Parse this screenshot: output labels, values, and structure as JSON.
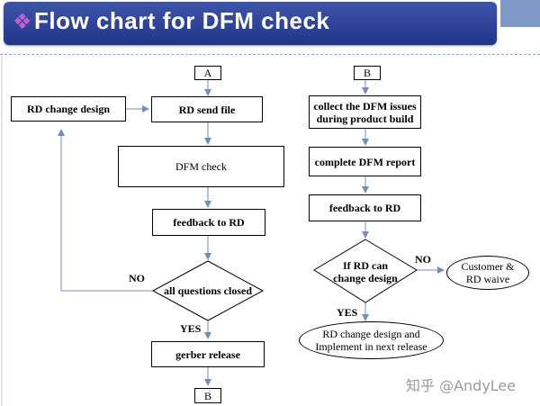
{
  "header": {
    "title": "Flow chart for DFM check",
    "bullet_icon": "diamond-bullet-icon"
  },
  "left_flow": {
    "start_label": "A",
    "rd_change_design": "RD change design",
    "rd_send_file": "RD send  file",
    "dfm_check": "DFM check",
    "feedback": "feedback to RD",
    "decision": "all questions closed",
    "no_label": "NO",
    "yes_label": "YES",
    "gerber_release": "gerber release",
    "end_label": "B"
  },
  "right_flow": {
    "start_label": "B",
    "collect_issues": "collect the DFM issues during product build",
    "complete_report": "complete DFM report",
    "feedback": "feedback to RD",
    "decision": "If RD can change design",
    "no_label": "NO",
    "yes_label": "YES",
    "customer_waive": "Customer & RD waive",
    "implement_next": "RD change design and Implement in next release"
  },
  "watermark": "知乎 @AndyLee",
  "colors": {
    "header_bg": "#2b3f94",
    "arrow": "#6f8fc0",
    "corner": "#7f98c8"
  }
}
